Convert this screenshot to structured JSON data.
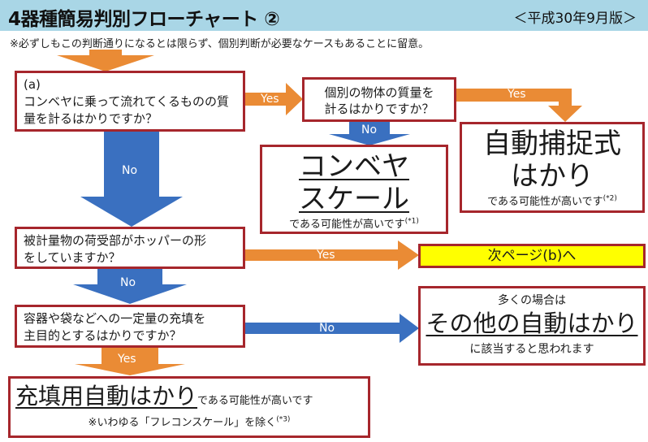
{
  "header": {
    "title": "4器種簡易判別フローチャート ②",
    "date": "＜平成30年9月版＞"
  },
  "note": "※必ずしもこの判断通りになるとは限らず、個別判断が必要なケースもあることに留意。",
  "questions": {
    "a_prefix": "(a)",
    "a_line1": "コンベヤに乗って流れてくるものの質",
    "a_line2": "量を計るはかりですか？",
    "individual_line1": "個別の物体の質量を",
    "individual_line2": "計るはかりですか？",
    "hopper_line1": "被計量物の荷受部がホッパーの形",
    "hopper_line2": "をしていますか？",
    "container_line1": "容器や袋などへの一定量の充填を",
    "container_line2": "主目的とするはかりですか？"
  },
  "arrows": {
    "yes": "Yes",
    "no": "No"
  },
  "results": {
    "conveyor_line1": "コンベヤ",
    "conveyor_line2": "スケール",
    "conveyor_sub": "である可能性が高いです",
    "conveyor_ref": "(*1)",
    "auto_capture_line1": "自動捕捉式",
    "auto_capture_line2": "はかり",
    "auto_capture_sub": "である可能性が高いです",
    "auto_capture_ref": "(*2)",
    "next_page": "次ページ(b)へ",
    "other_pre": "多くの場合は",
    "other_main": "その他の自動はかり",
    "other_sub": "に該当すると思われます",
    "filling_main": "充填用自動はかり",
    "filling_tail": "である可能性が高いです",
    "filling_note": "※いわゆる「フレコンスケール」を除く",
    "filling_ref": "(*3)"
  },
  "colors": {
    "header_bg": "#a9d6e6",
    "box_border": "#a6262c",
    "arrow_orange": "#ea8b35",
    "arrow_blue": "#3a70c0",
    "highlight": "#ffff00"
  }
}
